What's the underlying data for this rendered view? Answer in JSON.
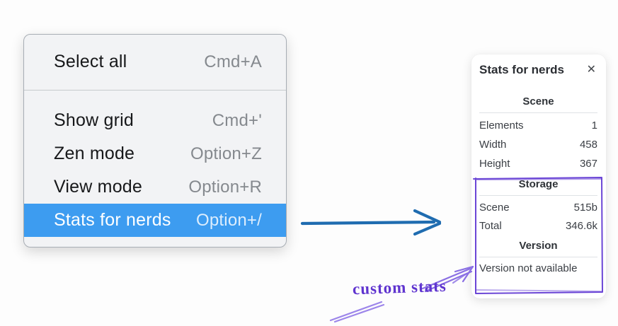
{
  "menu": {
    "groups": [
      {
        "items": [
          {
            "label": "Select all",
            "shortcut": "Cmd+A"
          }
        ]
      },
      {
        "items": [
          {
            "label": "Show grid",
            "shortcut": "Cmd+'"
          },
          {
            "label": "Zen mode",
            "shortcut": "Option+Z"
          },
          {
            "label": "View mode",
            "shortcut": "Option+R"
          },
          {
            "label": "Stats for nerds",
            "shortcut": "Option+/"
          }
        ]
      }
    ],
    "highlighted_item": "Stats for nerds"
  },
  "stats_panel": {
    "title": "Stats for nerds",
    "close_icon": "✕",
    "scene_section": {
      "heading": "Scene",
      "rows": [
        {
          "label": "Elements",
          "value": "1"
        },
        {
          "label": "Width",
          "value": "458"
        },
        {
          "label": "Height",
          "value": "367"
        }
      ]
    },
    "storage_section": {
      "heading": "Storage",
      "rows": [
        {
          "label": "Scene",
          "value": "515b"
        },
        {
          "label": "Total",
          "value": "346.6k"
        }
      ]
    },
    "version_section": {
      "heading": "Version",
      "note": "Version not available"
    }
  },
  "annotations": {
    "custom_stats_label": "custom stats"
  },
  "colors": {
    "menu_highlight_blue": "#3d9cf0",
    "arrow_blue": "#1f6cb0",
    "annotation_purple": "#6741d9",
    "sketch_purple": "#8a6fe3"
  }
}
